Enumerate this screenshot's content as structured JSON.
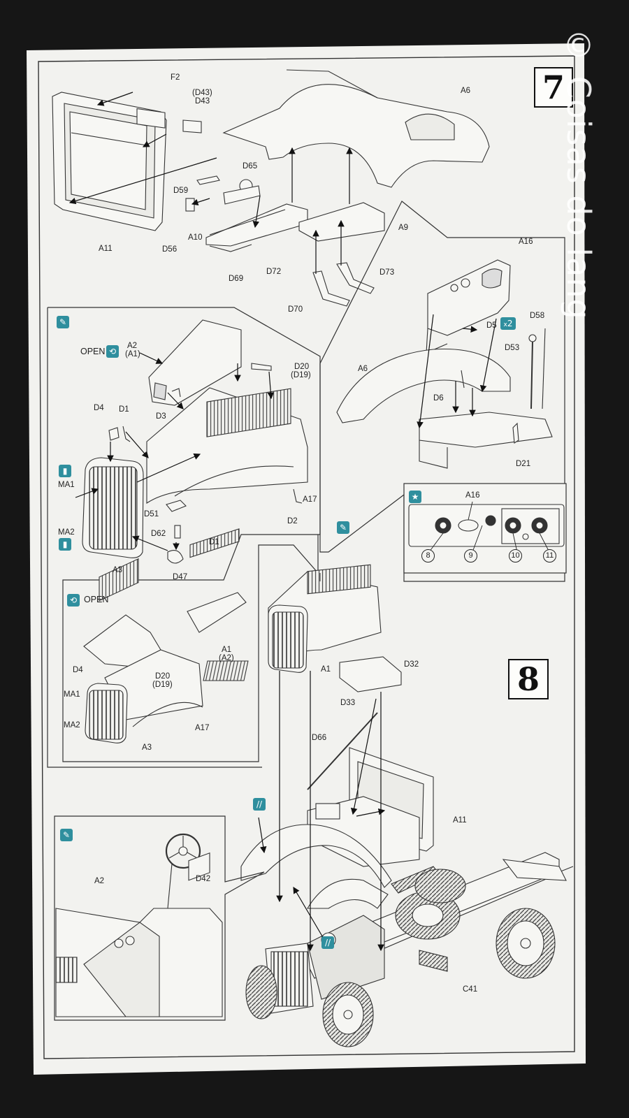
{
  "step_numbers": {
    "step7": "7",
    "step8": "8"
  },
  "watermark": "© Coisas do lang",
  "open_text": "OPEN",
  "multiplier": "2",
  "callout_numbers": [
    "8",
    "9",
    "10",
    "11"
  ],
  "labels": {
    "F2": "F2",
    "D43_alt": "(D43)",
    "D43": "D43",
    "A6_top": "A6",
    "D65": "D65",
    "D59": "D59",
    "A11_top": "A11",
    "D56": "D56",
    "A10": "A10",
    "A9": "A9",
    "D69": "D69",
    "D72": "D72",
    "D73": "D73",
    "D70": "D70",
    "A16_top": "A16",
    "D5": "D5",
    "D58": "D58",
    "D53": "D53",
    "A6_mid": "A6",
    "D6": "D6",
    "D21": "D21",
    "A16_detail": "A16",
    "A2": "A2",
    "A1_alt": "(A1)",
    "D20": "D20",
    "D19_alt": "(D19)",
    "D4": "D4",
    "D1": "D1",
    "D3": "D3",
    "MA1": "MA1",
    "MA2": "MA2",
    "A17": "A17",
    "D2": "D2",
    "D51": "D51",
    "D62": "D62",
    "D1_b": "D1",
    "A3": "A3",
    "D47": "D47",
    "A1_open": "A1",
    "A2_alt_open": "(A2)",
    "D4_open": "D4",
    "D20_open": "D20",
    "D19_open": "(D19)",
    "MA1_open": "MA1",
    "MA2_open": "MA2",
    "A17_open": "A17",
    "A3_open": "A3",
    "A1_hood": "A1",
    "D32": "D32",
    "D33": "D33",
    "D66": "D66",
    "A11_bottom": "A11",
    "A2_bottom": "A2",
    "D42": "D42",
    "C41": "C41"
  }
}
